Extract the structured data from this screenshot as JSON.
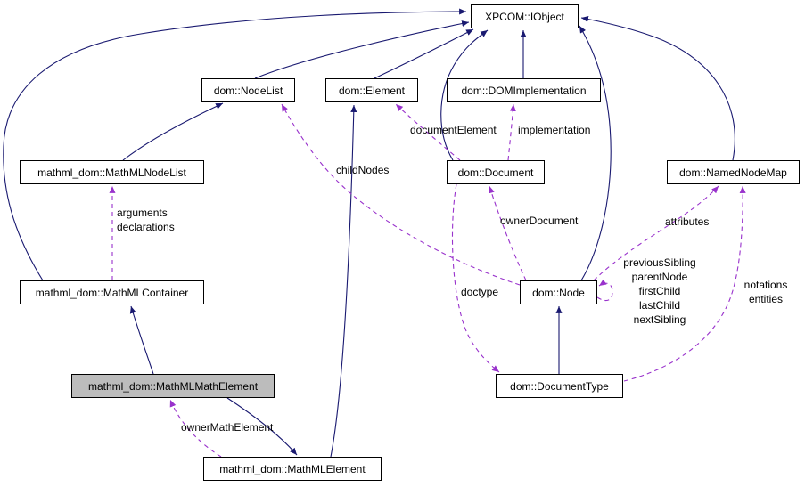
{
  "diagram": {
    "type": "collaboration-graph",
    "selected_node": "mathml_dom::MathMLMathElement",
    "colors": {
      "inheritance_edge": "#191970",
      "usage_edge": "#9932cc",
      "node_fill": "#ffffff",
      "node_border": "#000000",
      "selected_node_fill": "#bcbcbc",
      "background": "#ffffff"
    },
    "nodes": {
      "iobject": {
        "label": "XPCOM::IObject"
      },
      "nodelist": {
        "label": "dom::NodeList"
      },
      "element": {
        "label": "dom::Element"
      },
      "domimplementation": {
        "label": "dom::DOMImplementation"
      },
      "mathmlnodelist": {
        "label": "mathml_dom::MathMLNodeList"
      },
      "document": {
        "label": "dom::Document"
      },
      "namednodemap": {
        "label": "dom::NamedNodeMap"
      },
      "mathmlcontainer": {
        "label": "mathml_dom::MathMLContainer"
      },
      "node": {
        "label": "dom::Node"
      },
      "mathmlmathelement": {
        "label": "mathml_dom::MathMLMathElement"
      },
      "documenttype": {
        "label": "dom::DocumentType"
      },
      "mathmlelement": {
        "label": "mathml_dom::MathMLElement"
      }
    },
    "edge_labels": {
      "document_element": "documentElement",
      "implementation": "implementation",
      "child_nodes": "childNodes",
      "arguments_declarations": "arguments\ndeclarations",
      "owner_document": "ownerDocument",
      "attributes": "attributes",
      "node_self_refs": "previousSibling\nparentNode\nfirstChild\nlastChild\nnextSibling",
      "doctype": "doctype",
      "notations_entities": "notations\nentities",
      "owner_math_element": "ownerMathElement"
    }
  }
}
